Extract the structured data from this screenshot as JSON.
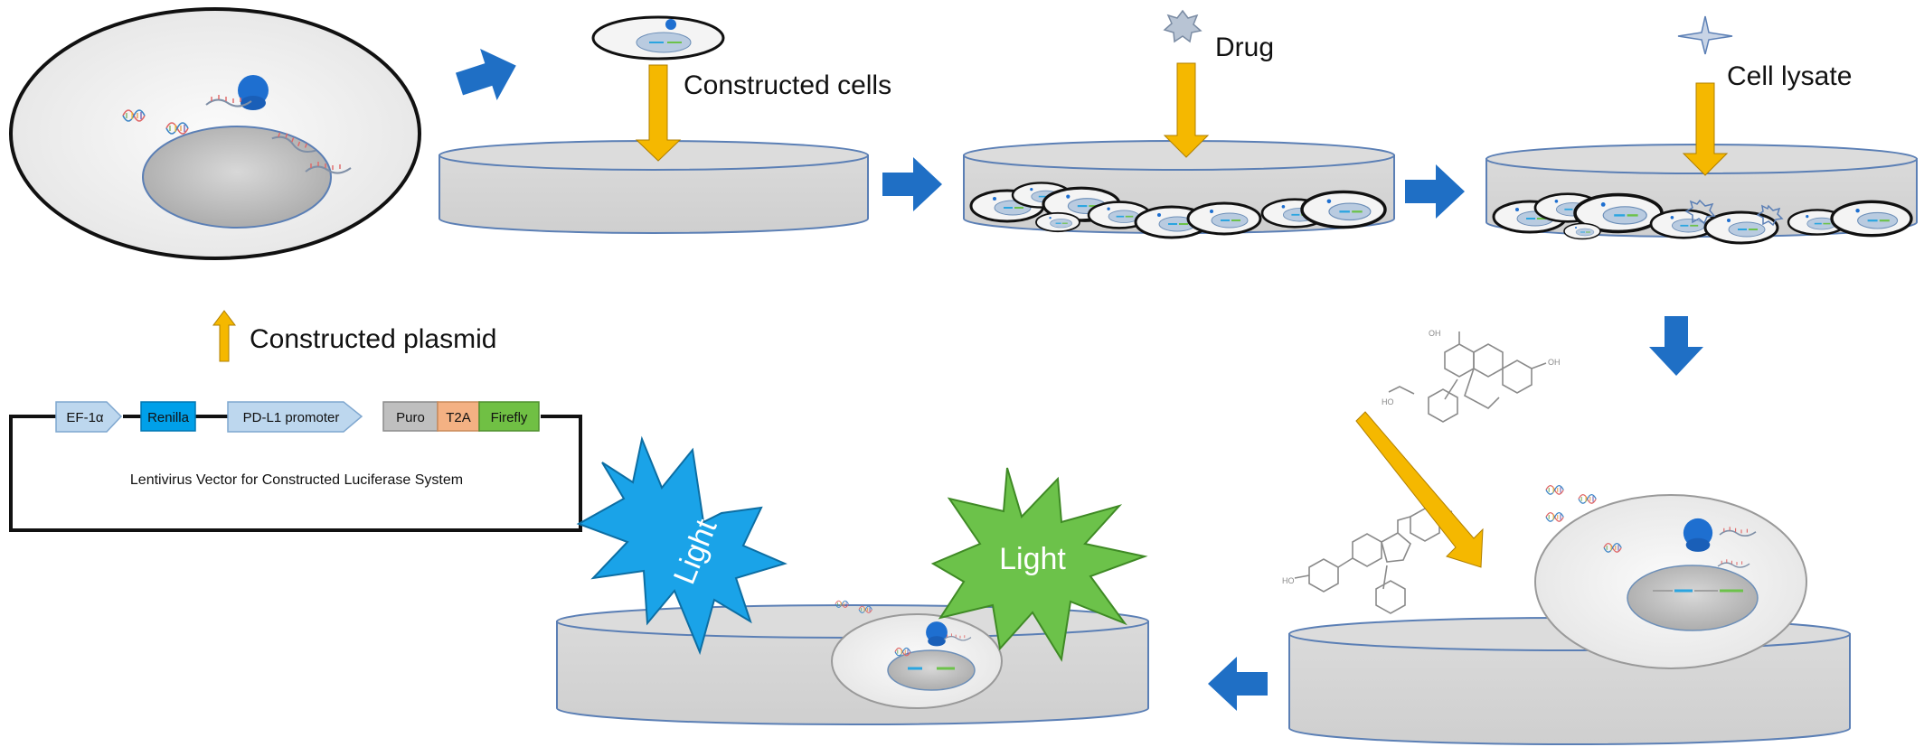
{
  "labels": {
    "constructed_cells": "Constructed cells",
    "drug": "Drug",
    "cell_lysate": "Cell lysate",
    "constructed_plasmid": "Constructed plasmid",
    "light_blue": "Light",
    "light_green": "Light"
  },
  "vector": {
    "title": "Lentivirus Vector for Constructed Luciferase System",
    "segments": [
      {
        "label": "EF-1α",
        "color": "#bdd7ee"
      },
      {
        "label": "Renilla",
        "color": "#00a0e9"
      },
      {
        "label": "PD-L1 promoter",
        "color": "#bdd7ee"
      },
      {
        "label": "Puro",
        "color": "#bfbfbf"
      },
      {
        "label": "T2A",
        "color": "#f4b183"
      },
      {
        "label": "Firefly",
        "color": "#70c044"
      }
    ]
  },
  "colors": {
    "flow_arrow": "#1f6fc5",
    "yellow_arrow": "#f5b800",
    "dish_fill": "#d6d6d6",
    "dish_stroke": "#5b7fb5",
    "light_blue": "#1aa3e8",
    "light_green": "#6cc24a",
    "ribosome": "#1e6fd0"
  },
  "icons": [
    "ribosome-icon",
    "mrna-icon",
    "dna-icon",
    "drug-molecule-icon",
    "star-icon",
    "substrate-molecule-icon"
  ]
}
